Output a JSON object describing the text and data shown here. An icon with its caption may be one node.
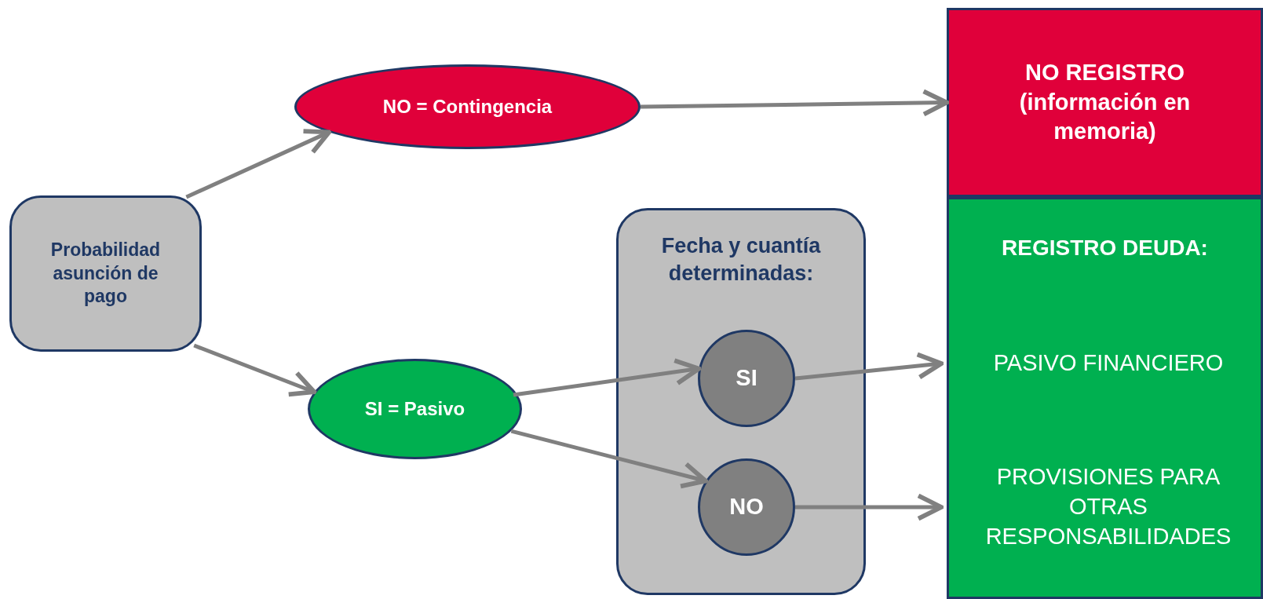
{
  "diagram": {
    "nodes": [
      {
        "text": [
          "Probabilidad asunción de pago"
        ]
      },
      {
        "text": [
          "NO = Contingencia"
        ]
      },
      {
        "text": [
          "NO REGISTRO (información en memoria)"
        ]
      },
      {
        "text": [
          "SI = Pasivo"
        ]
      },
      {
        "text": [
          "Fecha y cuantía determinadas:"
        ]
      },
      {
        "text": [
          "SI"
        ],
        "in": 4
      },
      {
        "text": [
          "NO"
        ],
        "in": 4
      },
      {
        "text": [
          "REGISTRO DEUDA:"
        ]
      },
      {
        "text": [
          "PASIVO FINANCIERO"
        ],
        "in": 7
      },
      {
        "text": [
          "PROVISIONES PARA OTRAS RESPONSABILIDADES"
        ],
        "in": 7
      }
    ],
    "edges": [
      {
        "from": 0,
        "to": 1,
        "arrow": "to"
      },
      {
        "from": 0,
        "to": 3,
        "arrow": "to"
      },
      {
        "from": 1,
        "to": 2,
        "arrow": "to"
      },
      {
        "from": 3,
        "to": 5,
        "arrow": "to"
      },
      {
        "from": 3,
        "to": 6,
        "arrow": "to"
      },
      {
        "from": 5,
        "to": 8,
        "arrow": "to"
      },
      {
        "from": 6,
        "to": 9,
        "arrow": "to"
      }
    ]
  }
}
